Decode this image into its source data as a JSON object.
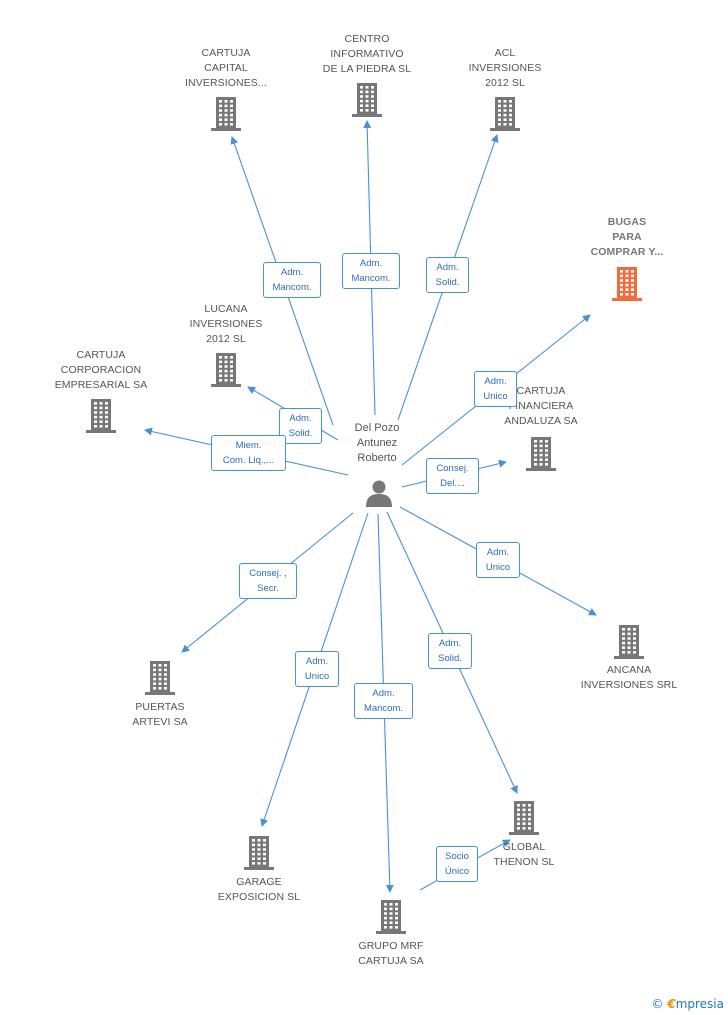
{
  "person": {
    "name": "Del Pozo Antunez Roberto",
    "lines": [
      "Del Pozo",
      "Antunez",
      "Roberto"
    ],
    "icon": "person-icon"
  },
  "companies": [
    {
      "id": "cartuja-capital",
      "lines": [
        "CARTUJA",
        "CAPITAL",
        "INVERSIONES..."
      ],
      "icon": "building-icon"
    },
    {
      "id": "centro-informativo",
      "lines": [
        "CENTRO",
        "INFORMATIVO",
        "DE LA PIEDRA SL"
      ],
      "icon": "building-icon"
    },
    {
      "id": "acl-inversiones",
      "lines": [
        "ACL",
        "INVERSIONES",
        "2012 SL"
      ],
      "icon": "building-icon"
    },
    {
      "id": "bugas",
      "lines": [
        "BUGAS",
        "PARA",
        "COMPRAR Y..."
      ],
      "icon": "building-icon",
      "highlight": true
    },
    {
      "id": "lucana",
      "lines": [
        "LUCANA",
        "INVERSIONES",
        "2012 SL"
      ],
      "icon": "building-icon"
    },
    {
      "id": "cartuja-corporacion",
      "lines": [
        "CARTUJA",
        "CORPORACION",
        "EMPRESARIAL SA"
      ],
      "icon": "building-icon"
    },
    {
      "id": "cartuja-financiera",
      "lines": [
        "CARTUJA",
        "FINANCIERA",
        "ANDALUZA SA"
      ],
      "icon": "building-icon"
    },
    {
      "id": "ancana",
      "lines": [
        "ANCANA",
        "INVERSIONES SRL"
      ],
      "icon": "building-icon"
    },
    {
      "id": "puertas-artevi",
      "lines": [
        "PUERTAS",
        "ARTEVI SA"
      ],
      "icon": "building-icon"
    },
    {
      "id": "global-thenon",
      "lines": [
        "GLOBAL",
        "THENON SL"
      ],
      "icon": "building-icon"
    },
    {
      "id": "garage-exposicion",
      "lines": [
        "GARAGE",
        "EXPOSICION SL"
      ],
      "icon": "building-icon"
    },
    {
      "id": "grupo-mrf",
      "lines": [
        "GRUPO MRF",
        "CARTUJA SA"
      ],
      "icon": "building-icon"
    }
  ],
  "relations": [
    {
      "lines": [
        "Adm.",
        "Mancom."
      ]
    },
    {
      "lines": [
        "Adm.",
        "Mancom."
      ]
    },
    {
      "lines": [
        "Adm.",
        "Solid."
      ]
    },
    {
      "lines": [
        "Adm.",
        "Unico"
      ]
    },
    {
      "lines": [
        "Adm.",
        "Solid."
      ]
    },
    {
      "lines": [
        "Miem.",
        "Com. Liq.,..."
      ]
    },
    {
      "lines": [
        "Consej.",
        "Del...."
      ]
    },
    {
      "lines": [
        "Adm.",
        "Unico"
      ]
    },
    {
      "lines": [
        "Consej. ,",
        "Secr."
      ]
    },
    {
      "lines": [
        "Adm.",
        "Solid."
      ]
    },
    {
      "lines": [
        "Adm.",
        "Unico"
      ]
    },
    {
      "lines": [
        "Adm.",
        "Mancom."
      ]
    },
    {
      "lines": [
        "Socio",
        "Único"
      ]
    }
  ],
  "colors": {
    "edge": "#4a90d9",
    "icon": "#777777",
    "highlight": "#f26b3a"
  },
  "watermark": {
    "symbol": "©",
    "brand_initial": "€",
    "brand_rest": "mpresia"
  }
}
